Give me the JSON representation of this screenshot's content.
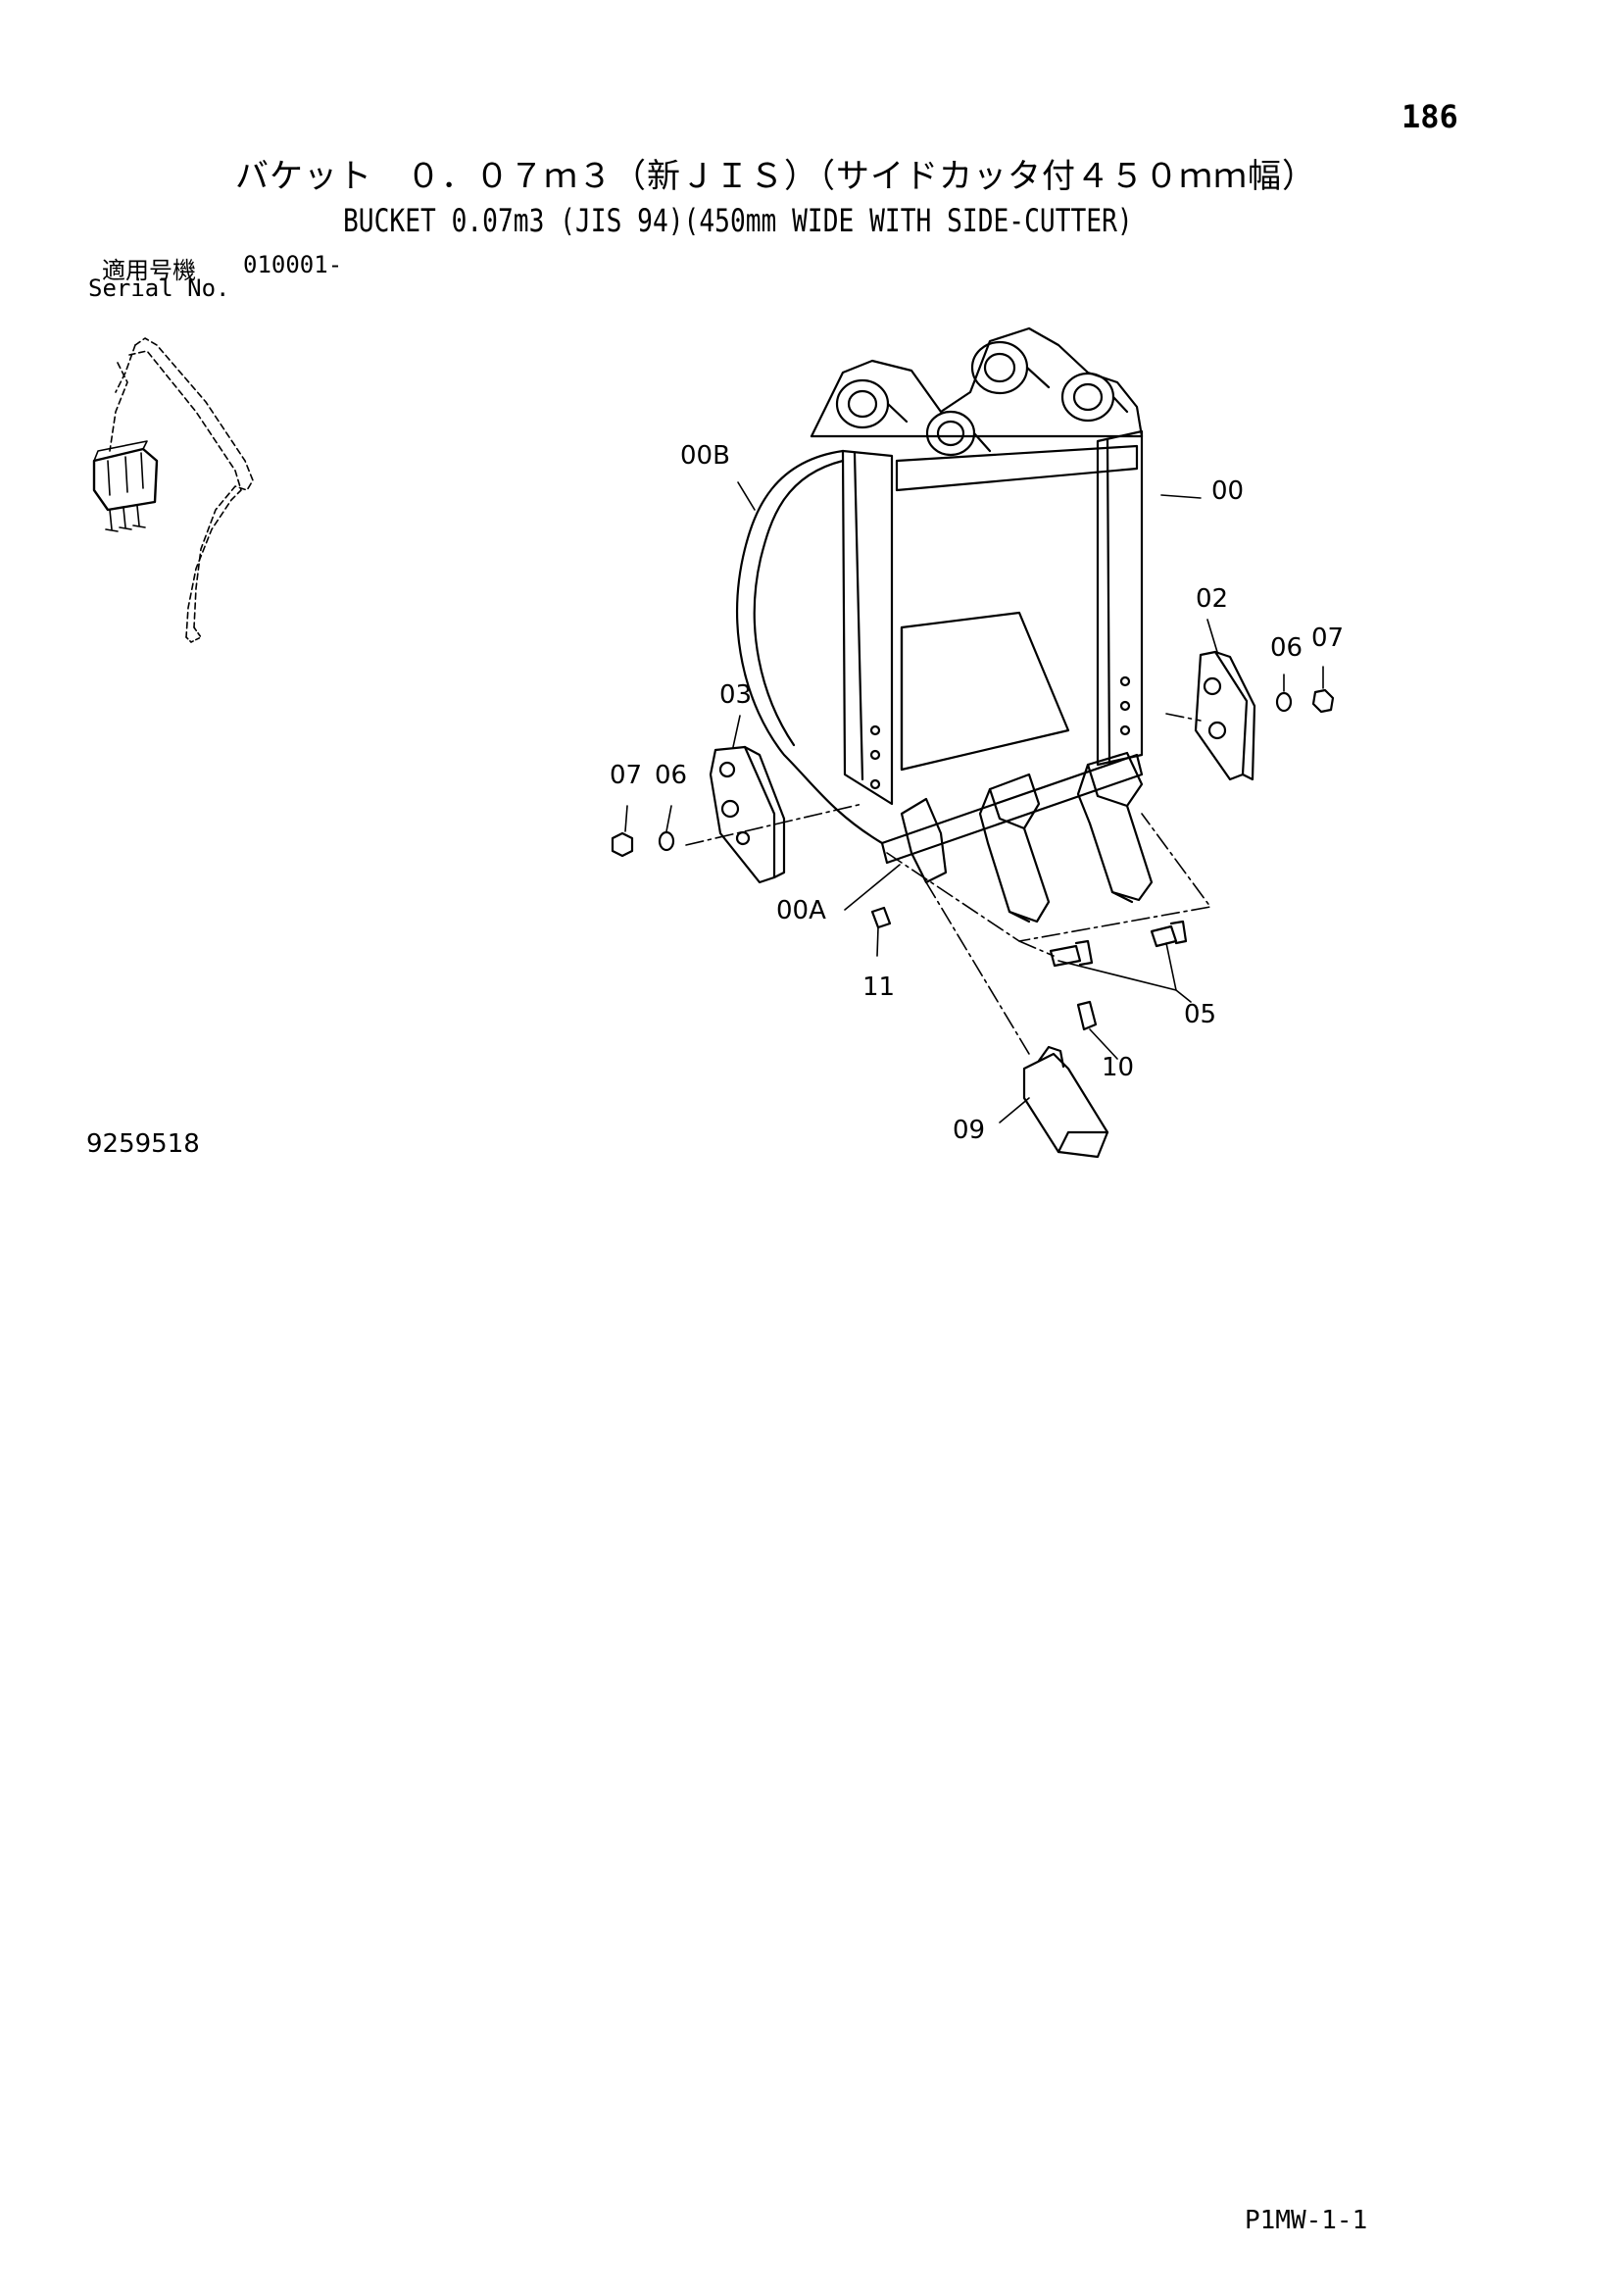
{
  "header": {
    "page_number": "186",
    "title_jp": "バケット　０．０７ｍ３（新ＪＩＳ）（サイドカッタ付４５０ｍｍ幅）",
    "title_en": "BUCKET 0.07m3 (JIS 94)(450mm WIDE WITH SIDE-CUTTER)"
  },
  "serial": {
    "label_jp": "適用号機",
    "value": "010001-",
    "label_en": "Serial No."
  },
  "callouts": {
    "c00": "00",
    "c00A": "00A",
    "c00B": "00B",
    "c02": "02",
    "c03": "03",
    "c05": "05",
    "c06_left": "06",
    "c06_right": "06",
    "c07_left": "07",
    "c07_right": "07",
    "c09": "09",
    "c10": "10",
    "c11": "11"
  },
  "footer": {
    "drawing_number": "9259518",
    "code": "P1MW-1-1"
  }
}
